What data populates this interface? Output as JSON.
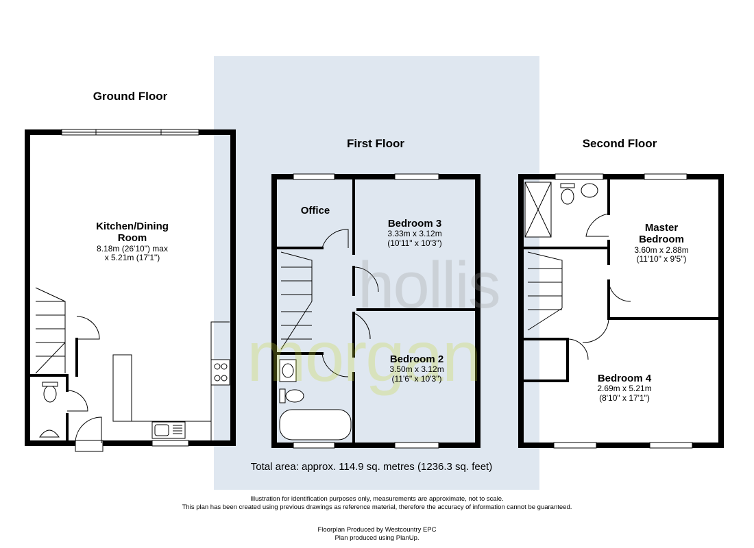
{
  "floors": {
    "ground": {
      "title": "Ground Floor",
      "rooms": {
        "kitchen": {
          "name_line1": "Kitchen/Dining",
          "name_line2": "Room",
          "dim_line1": "8.18m (26'10\") max",
          "dim_line2": "x 5.21m (17'1\")"
        }
      }
    },
    "first": {
      "title": "First Floor",
      "rooms": {
        "office": {
          "name": "Office"
        },
        "bedroom3": {
          "name": "Bedroom 3",
          "dim_line1": "3.33m x 3.12m",
          "dim_line2": "(10'11\" x 10'3\")"
        },
        "bedroom2": {
          "name": "Bedroom 2",
          "dim_line1": "3.50m x 3.12m",
          "dim_line2": "(11'6\" x 10'3\")"
        }
      }
    },
    "second": {
      "title": "Second Floor",
      "rooms": {
        "master": {
          "name_line1": "Master",
          "name_line2": "Bedroom",
          "dim_line1": "3.60m x 2.88m",
          "dim_line2": "(11'10\" x 9'5\")"
        },
        "bedroom4": {
          "name": "Bedroom 4",
          "dim_line1": "2.69m x 5.21m",
          "dim_line2": "(8'10\" x 17'1\")"
        }
      }
    }
  },
  "total_area": "Total area: approx. 114.9 sq. metres (1236.3 sq. feet)",
  "watermark": {
    "line1": "hollis",
    "line2": "morgan",
    "colors": {
      "line1": "#9a9a9a",
      "line2": "#c8d63a"
    }
  },
  "footer": {
    "disclaimer_line1": "Illustration for identification purposes only, measurements are approximate, not to scale.",
    "disclaimer_line2": "This plan has been created using previous drawings as reference material, therefore the accuracy of information cannot be guaranteed.",
    "produced_by": "Floorplan Produced by Westcountry EPC",
    "produced_using": "Plan produced using PlanUp."
  },
  "colors": {
    "highlight_band": "#dfe7f0",
    "walls": "#000000"
  }
}
